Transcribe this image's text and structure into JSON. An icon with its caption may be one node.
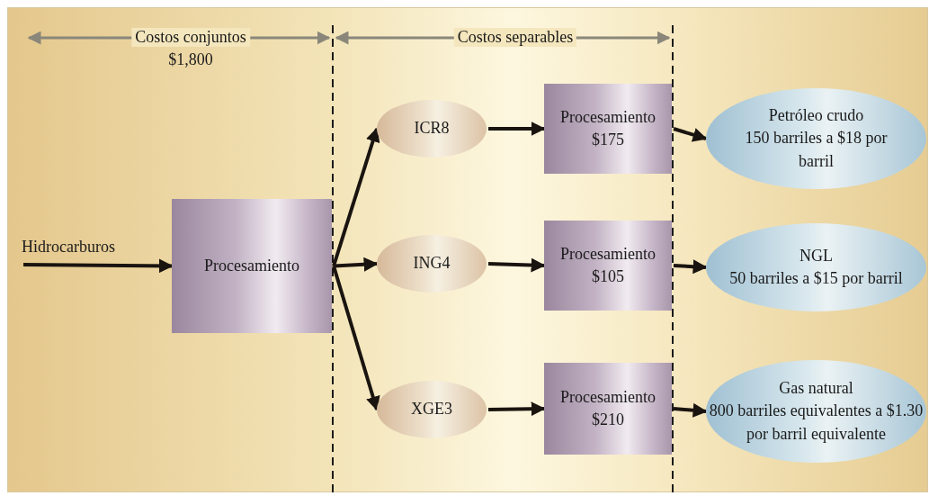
{
  "diagram": {
    "nodes": [
      {
        "text": [
          "Hidrocarburos"
        ]
      },
      {
        "text": [
          "Procesamiento"
        ]
      },
      {
        "text": [
          "ICR8"
        ]
      },
      {
        "text": [
          "ING4"
        ]
      },
      {
        "text": [
          "XGE3"
        ]
      },
      {
        "text": [
          "Procesamiento",
          "$175"
        ]
      },
      {
        "text": [
          "Procesamiento",
          "$105"
        ]
      },
      {
        "text": [
          "Procesamiento",
          "$210"
        ]
      },
      {
        "text": [
          "Petróleo crudo",
          "150 barriles a $18 por barril"
        ]
      },
      {
        "text": [
          "NGL",
          "50 barriles a $15 por barril"
        ]
      },
      {
        "text": [
          "Gas natural",
          "800 barriles equivalentes a $1.30 por barril equivalente"
        ]
      }
    ],
    "edges": [
      {
        "from": 0,
        "to": 1,
        "arrow": "to"
      },
      {
        "from": 1,
        "to": 2,
        "arrow": "to"
      },
      {
        "from": 1,
        "to": 3,
        "arrow": "to"
      },
      {
        "from": 1,
        "to": 4,
        "arrow": "to"
      },
      {
        "from": 2,
        "to": 5,
        "arrow": "to"
      },
      {
        "from": 3,
        "to": 6,
        "arrow": "to"
      },
      {
        "from": 4,
        "to": 7,
        "arrow": "to"
      },
      {
        "from": 5,
        "to": 8,
        "arrow": "to"
      },
      {
        "from": 6,
        "to": 9,
        "arrow": "to"
      },
      {
        "from": 7,
        "to": 10,
        "arrow": "to"
      }
    ],
    "labels": [
      "Costos conjuntos",
      "$1,800",
      "Costos separables"
    ]
  }
}
